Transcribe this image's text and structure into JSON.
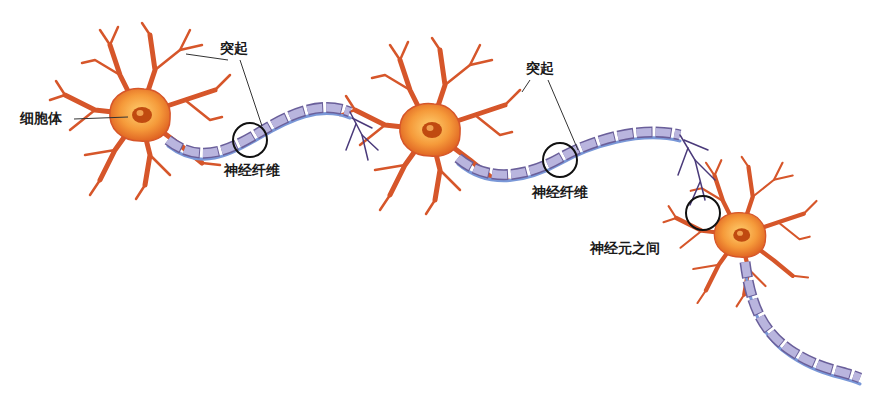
{
  "diagram": {
    "labels": [
      "突起",
      "细胞体",
      "神经纤维",
      "突起",
      "神经纤维",
      "神经元之间"
    ]
  }
}
